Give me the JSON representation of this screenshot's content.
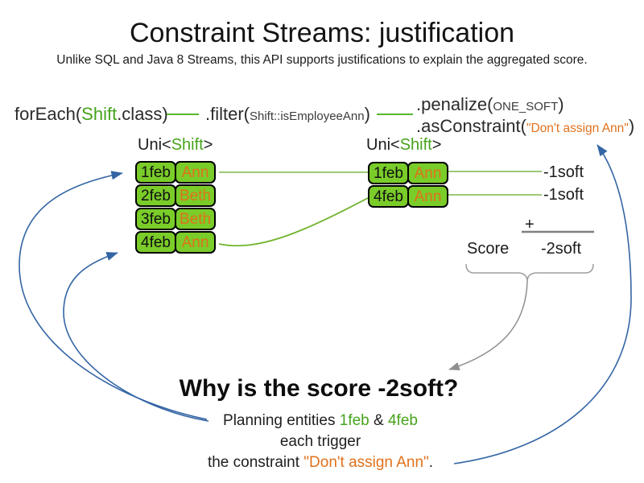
{
  "title": "Constraint Streams: justification",
  "subtitle": "Unlike SQL and Java 8 Streams, this API supports justifications to explain the aggregated score.",
  "colors": {
    "box_green": "#7acc29",
    "text_green": "#46a41c",
    "text_orange": "#e0711c",
    "arrow_blue": "#3465a4",
    "line_green": "#9dc878",
    "gray": "#808080"
  },
  "code": {
    "foreach": {
      "prefix": "forEach(",
      "class_name": "Shift",
      "suffix": ".class)"
    },
    "filter": {
      "prefix": ".filter(",
      "arg_class": "Shift",
      "arg_method": "::isEmployeeAnn",
      "suffix": ")"
    },
    "penalize": {
      "prefix": ".penalize(",
      "arg": "ONE_SOFT",
      "suffix": ")"
    },
    "as_constraint": {
      "prefix": ".asConstraint(",
      "arg": "\"Don't assign Ann\"",
      "suffix": ")"
    }
  },
  "uni_left": {
    "prefix": "Uni<",
    "type_name": "Shift",
    "suffix": ">"
  },
  "uni_right": {
    "prefix": "Uni<",
    "type_name": "Shift",
    "suffix": ">"
  },
  "left_table": {
    "rows": [
      {
        "date": "1feb",
        "name": "Ann"
      },
      {
        "date": "2feb",
        "name": "Beth"
      },
      {
        "date": "3feb",
        "name": "Beth"
      },
      {
        "date": "4feb",
        "name": "Ann"
      }
    ]
  },
  "right_table": {
    "rows": [
      {
        "date": "1feb",
        "name": "Ann"
      },
      {
        "date": "4feb",
        "name": "Ann"
      }
    ]
  },
  "scores": {
    "row_scores": [
      "-1soft",
      "-1soft"
    ],
    "plus": "+",
    "score_label": "Score",
    "total": "-2soft"
  },
  "explanation": {
    "heading": "Why is the score -2soft?",
    "line1": {
      "prefix": "Planning entities ",
      "entity1": "1feb",
      "amp": " & ",
      "entity2": "4feb"
    },
    "line2": "each trigger",
    "line3": {
      "prefix": "the constraint ",
      "constraint": "\"Don't assign Ann\"",
      "suffix": "."
    }
  }
}
